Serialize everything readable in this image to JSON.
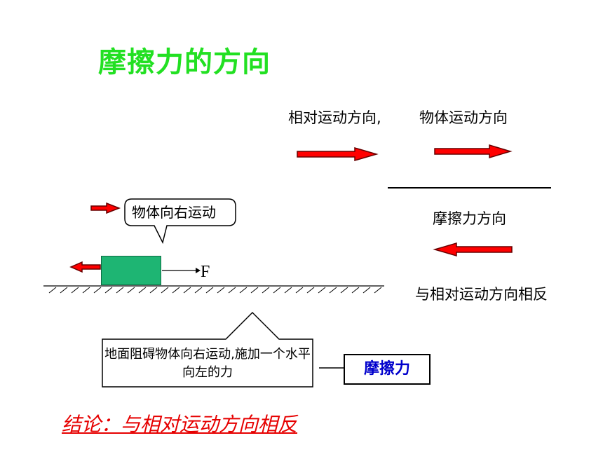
{
  "title": "摩擦力的方向",
  "labels": {
    "relative_motion": "相对运动方向,",
    "object_motion": "物体运动方向",
    "friction_direction": "摩擦力方向",
    "opposite": "与相对运动方向相反",
    "force": "F"
  },
  "callouts": {
    "moving_right": "物体向右运动",
    "ground_resists": "地面阻碍物体向右运动,施加一个水平向左的力"
  },
  "friction_box": "摩擦力",
  "conclusion": "结论：与相对运动方向相反",
  "colors": {
    "title": "#22e022",
    "arrow_fill": "#ff0000",
    "block": "#1eb573",
    "friction_text": "#0000cc",
    "conclusion": "#e60000"
  }
}
